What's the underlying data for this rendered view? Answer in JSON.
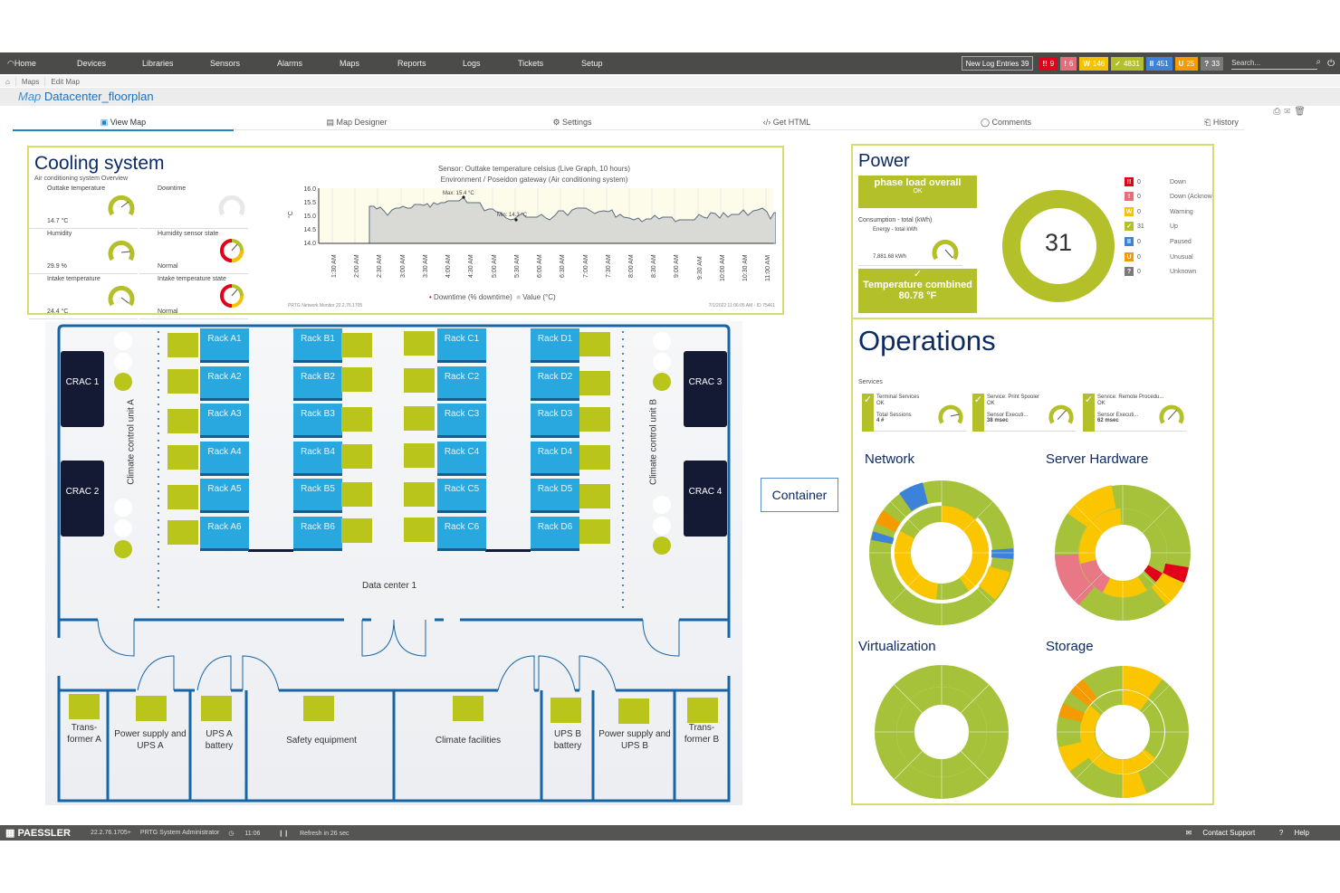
{
  "topnav": {
    "items": [
      "Home",
      "Devices",
      "Libraries",
      "Sensors",
      "Alarms",
      "Maps",
      "Reports",
      "Logs",
      "Tickets",
      "Setup"
    ],
    "new_log_label": "New Log Entries",
    "new_log_count": "39",
    "status_badges": [
      {
        "icon": "!!",
        "value": "9",
        "color": "#e2001a",
        "name": "down"
      },
      {
        "icon": "!",
        "value": "6",
        "color": "#e86c7a",
        "name": "down-acknowledged"
      },
      {
        "icon": "W",
        "value": "146",
        "color": "#f7c100",
        "name": "warning"
      },
      {
        "icon": "✓",
        "value": "4831",
        "color": "#b4c02a",
        "name": "up"
      },
      {
        "icon": "II",
        "value": "451",
        "color": "#3b82d8",
        "name": "paused"
      },
      {
        "icon": "U",
        "value": "25",
        "color": "#f59a00",
        "name": "unusual"
      },
      {
        "icon": "?",
        "value": "33",
        "color": "#7a7a7a",
        "name": "unknown"
      }
    ],
    "search_placeholder": "Search..."
  },
  "breadcrumb": [
    "Maps",
    "Edit Map"
  ],
  "page": {
    "title_prefix": "Map",
    "title": "Datacenter_floorplan"
  },
  "tabs": [
    {
      "label": "View Map",
      "icon": "▣",
      "active": true
    },
    {
      "label": "Map Designer",
      "icon": "▤"
    },
    {
      "label": "Settings",
      "icon": "⚙"
    },
    {
      "label": "Get HTML",
      "icon": "‹/›"
    },
    {
      "label": "Comments",
      "icon": "◯"
    },
    {
      "label": "History",
      "icon": "⎗"
    }
  ],
  "cooling": {
    "title": "Cooling system",
    "subtitle": "Air conditioning system Overview",
    "gauges": [
      {
        "label": "Outtake temperature",
        "value": "14.7 °C"
      },
      {
        "label": "Downtime",
        "value": ""
      },
      {
        "label": "Humidity",
        "value": "29.9 %"
      },
      {
        "label": "Humidity sensor state",
        "value": "Normal"
      },
      {
        "label": "Intake temperature",
        "value": "24.4 °C"
      },
      {
        "label": "Intake temperature state",
        "value": "Normal"
      }
    ],
    "chart_header1": "Sensor: Outtake temperature celsius (Live Graph, 10 hours)",
    "chart_header2": "Environment / Poseidon gateway (Air conditioning system)",
    "legend_downtime": "Downtime (% downtime)",
    "legend_value": "Value (°C)",
    "footer_left": "PRTG Network Monitor 22.2.76.1705",
    "footer_right": "7/1/2022 11:06:05 AM - ID 75461",
    "max_label": "Max: 15.4 °C",
    "min_label": "Min: 14.3 °C",
    "yunit": "°C"
  },
  "chart_data": {
    "type": "area",
    "title": "Sensor: Outtake temperature celsius (Live Graph, 10 hours)",
    "subtitle": "Environment / Poseidon gateway (Air conditioning system)",
    "xlabel": "",
    "ylabel": "°C",
    "ylim": [
      14.0,
      16.0
    ],
    "yticks": [
      "16.0",
      "15.5",
      "15.0",
      "14.5",
      "14.0"
    ],
    "categories": [
      "1:30 AM",
      "2:00 AM",
      "2:30 AM",
      "3:00 AM",
      "3:30 AM",
      "4:00 AM",
      "4:30 AM",
      "5:00 AM",
      "5:30 AM",
      "6:00 AM",
      "6:30 AM",
      "7:00 AM",
      "7:30 AM",
      "8:00 AM",
      "8:30 AM",
      "9:00 AM",
      "9:30 AM",
      "10:00 AM",
      "10:30 AM",
      "11:00 AM"
    ],
    "series": [
      {
        "name": "Value (°C)",
        "values": [
          null,
          null,
          15.1,
          15.0,
          15.2,
          15.2,
          15.1,
          14.8,
          14.3,
          14.6,
          14.6,
          14.9,
          14.8,
          14.6,
          14.6,
          14.5,
          14.7,
          14.7,
          14.9,
          14.7
        ]
      }
    ],
    "annotations": [
      "Max: 15.4 °C",
      "Min: 14.3 °C"
    ],
    "legend": [
      "Downtime (% downtime)",
      "Value (°C)"
    ],
    "grid": true
  },
  "floor": {
    "racks_a": [
      "Rack A1",
      "Rack A2",
      "Rack A3",
      "Rack A4",
      "Rack A5",
      "Rack A6"
    ],
    "racks_b": [
      "Rack B1",
      "Rack B2",
      "Rack B3",
      "Rack B4",
      "Rack B5",
      "Rack B6"
    ],
    "racks_c": [
      "Rack C1",
      "Rack C2",
      "Rack C3",
      "Rack C4",
      "Rack C5",
      "Rack C6"
    ],
    "racks_d": [
      "Rack D1",
      "Rack D2",
      "Rack D3",
      "Rack D4",
      "Rack D5",
      "Rack D6"
    ],
    "cracs": [
      "CRAC 1",
      "CRAC 2",
      "CRAC 3",
      "CRAC 4"
    ],
    "climate_a": "Climate control unit A",
    "climate_b": "Climate control unit B",
    "datacenter": "Data center 1",
    "rooms": [
      "Trans- former A",
      "Power supply and UPS A",
      "UPS A battery",
      "Safety equipment",
      "Climate facilities",
      "UPS B battery",
      "Power supply and UPS B",
      "Trans- former B"
    ]
  },
  "container_label": "Container",
  "power": {
    "title": "Power",
    "phase_label": "phase load overall",
    "phase_status": "OK",
    "consumption_label": "Consumption - total (kWh)",
    "energy_label": "Energy - total kWh",
    "energy_value": "7,881.68 kWh",
    "temp_label": "Temperature combined",
    "temp_value": "80.78 °F",
    "donut_total": "31",
    "legend": [
      {
        "icon": "!!",
        "count": "0",
        "label": "Down",
        "color": "#e2001a"
      },
      {
        "icon": "!",
        "count": "0",
        "label": "Down (Acknow",
        "color": "#e86c7a"
      },
      {
        "icon": "W",
        "count": "0",
        "label": "Warning",
        "color": "#f7c100"
      },
      {
        "icon": "✓",
        "count": "31",
        "label": "Up",
        "color": "#b4c02a"
      },
      {
        "icon": "II",
        "count": "0",
        "label": "Paused",
        "color": "#3b82d8"
      },
      {
        "icon": "U",
        "count": "0",
        "label": "Unusual",
        "color": "#f59a00"
      },
      {
        "icon": "?",
        "count": "0",
        "label": "Unknown",
        "color": "#7a7a7a"
      }
    ]
  },
  "operations": {
    "title": "Operations",
    "services_label": "Services",
    "services": [
      {
        "name": "Terminal Services",
        "status": "OK",
        "metric": "Total Sessions",
        "value": "4 #"
      },
      {
        "name": "Service: Print Spooler",
        "status": "OK",
        "metric": "Sensor Executi...",
        "value": "38 msec"
      },
      {
        "name": "Service: Remote Procedu...",
        "status": "OK",
        "metric": "Sensor Executi...",
        "value": "62 msec"
      }
    ],
    "sunbursts": [
      "Network",
      "Server Hardware",
      "Virtualization",
      "Storage"
    ]
  },
  "footer": {
    "brand": "PAESSLER",
    "version": "22.2.76.1705+",
    "user": "PRTG System Administrator",
    "time": "11:06",
    "refresh": "Refresh in 26 sec",
    "contact": "Contact Support",
    "help": "Help"
  }
}
